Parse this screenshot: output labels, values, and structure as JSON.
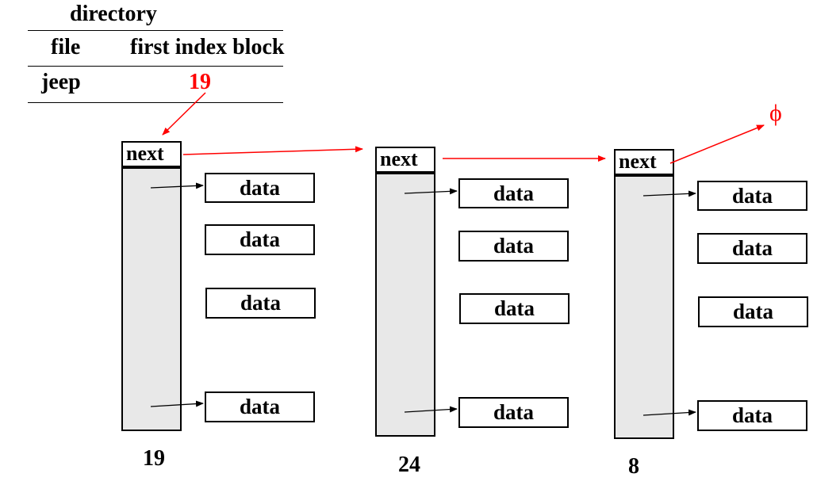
{
  "directory": {
    "title": "directory",
    "col_file": "file",
    "col_index": "first index block",
    "row_file": "jeep",
    "row_index": "19"
  },
  "blocks": [
    {
      "next": "next",
      "number": "19",
      "data": [
        "data",
        "data",
        "data",
        "data"
      ]
    },
    {
      "next": "next",
      "number": "24",
      "data": [
        "data",
        "data",
        "data",
        "data"
      ]
    },
    {
      "next": "next",
      "number": "8",
      "data": [
        "data",
        "data",
        "data",
        "data"
      ]
    }
  ],
  "terminator": "ϕ",
  "colors": {
    "pointer": "#ff0000",
    "arrow": "#000000",
    "index_fill": "#e8e8e8"
  }
}
